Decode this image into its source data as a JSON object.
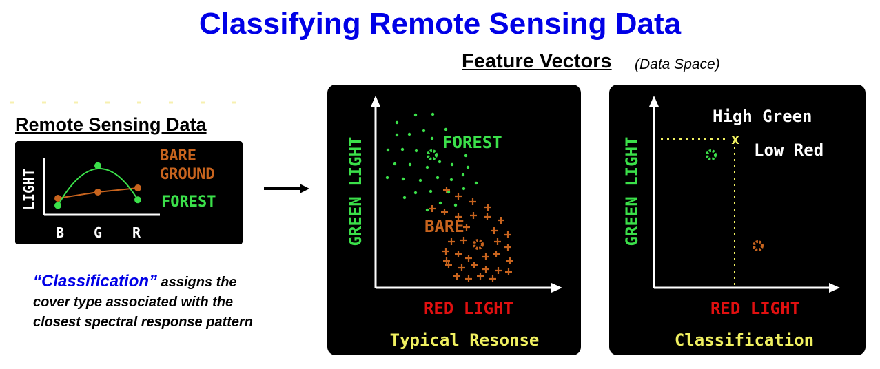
{
  "title": "Classifying Remote Sensing Data",
  "feature_vectors": {
    "title": "Feature Vectors",
    "subtitle": "(Data Space)"
  },
  "remote_sensing": {
    "title": "Remote Sensing Data",
    "y_label": "LIGHT",
    "x_labels": [
      "B",
      "G",
      "R"
    ],
    "legend_bare_1": "BARE",
    "legend_bare_2": "GROUND",
    "legend_forest": "FOREST",
    "series": [
      {
        "name": "BARE GROUND",
        "values": [
          0.32,
          0.44,
          0.52
        ],
        "color": "#c8641e"
      },
      {
        "name": "FOREST",
        "values": [
          0.18,
          0.95,
          0.29
        ],
        "color": "#3be04a"
      }
    ]
  },
  "caption": {
    "open_quote": "“",
    "keyword": "Classification",
    "close_quote": "”",
    "rest_1": " assigns the",
    "rest_2": "cover type associated with the",
    "rest_3": "closest spectral response pattern"
  },
  "panel_typical": {
    "x_label": "RED LIGHT",
    "y_label": "GREEN LIGHT",
    "forest_label": "FOREST",
    "bare_label": "BARE",
    "caption": "Typical Resonse"
  },
  "panel_class": {
    "x_label": "RED LIGHT",
    "y_label": "GREEN LIGHT",
    "high_green": "High Green",
    "low_red": "Low Red",
    "marker": "x",
    "caption": "Classification"
  },
  "colors": {
    "title_blue": "#0000e6",
    "forest": "#3be04a",
    "bare": "#c8641e",
    "axis_label_red": "#e01010",
    "caption_yellow": "#f0f060"
  },
  "icons": {
    "arrow": "right-arrow-icon",
    "forest_center": "forest-centroid-icon",
    "bare_center": "bare-centroid-icon"
  }
}
